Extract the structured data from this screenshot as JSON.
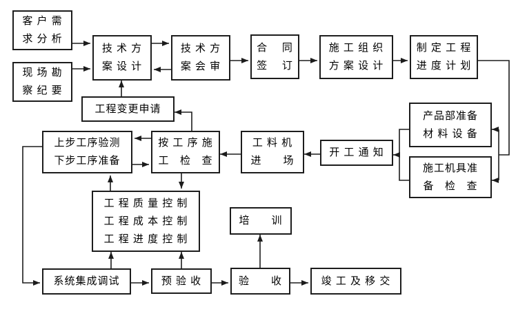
{
  "boxes": [
    {
      "id": "customer-needs",
      "lines": [
        "客 户 需",
        "求 分 析"
      ]
    },
    {
      "id": "site-survey",
      "lines": [
        "现 场 勘",
        "察 纪 要"
      ]
    },
    {
      "id": "tech-design",
      "lines": [
        "技 术 方",
        "案 设 计"
      ]
    },
    {
      "id": "tech-review",
      "lines": [
        "技 术 方",
        "案 会 审"
      ]
    },
    {
      "id": "contract-signing",
      "lines": [
        "合    同",
        "签    订"
      ]
    },
    {
      "id": "construction-org-design",
      "lines": [
        "施 工 组 织",
        "方 案 设 计"
      ]
    },
    {
      "id": "schedule-plan",
      "lines": [
        "制 定 工 程",
        "进 度 计 划"
      ]
    },
    {
      "id": "product-dept-prep",
      "lines": [
        "产品部准备",
        "材 料 设 备"
      ]
    },
    {
      "id": "machine-tool-prep",
      "lines": [
        "施工机具准",
        "备   检   查"
      ]
    },
    {
      "id": "start-notice",
      "lines": [
        "开 工 通 知"
      ]
    },
    {
      "id": "materials-entry",
      "lines": [
        "工 料 机",
        "进      场"
      ]
    },
    {
      "id": "process-check",
      "lines": [
        "按 工 序 施",
        "工   检   查"
      ]
    },
    {
      "id": "change-request",
      "lines": [
        "工程变更申请"
      ]
    },
    {
      "id": "step-verification",
      "lines": [
        "上步工序验测",
        "下步工序准备"
      ]
    },
    {
      "id": "quality-control",
      "lines": [
        "工 程 质 量 控 制",
        "工 程 成 本 控 制",
        "工 程 进 度 控 制"
      ]
    },
    {
      "id": "training",
      "lines": [
        "培      训"
      ]
    },
    {
      "id": "integration-test",
      "lines": [
        "系统集成调试"
      ]
    },
    {
      "id": "pre-acceptance",
      "lines": [
        "预 验 收"
      ]
    },
    {
      "id": "acceptance",
      "lines": [
        "验      收"
      ]
    },
    {
      "id": "handover",
      "lines": [
        "竣 工 及 移 交"
      ]
    }
  ],
  "edges": [
    {
      "from": "customer-needs",
      "to": "tech-design"
    },
    {
      "from": "site-survey",
      "to": "tech-design"
    },
    {
      "from": "tech-design",
      "to": "tech-review"
    },
    {
      "from": "tech-review",
      "to": "tech-design"
    },
    {
      "from": "tech-review",
      "to": "contract-signing"
    },
    {
      "from": "contract-signing",
      "to": "construction-org-design"
    },
    {
      "from": "construction-org-design",
      "to": "schedule-plan"
    },
    {
      "from": "schedule-plan",
      "to": "product-dept-prep"
    },
    {
      "from": "schedule-plan",
      "to": "machine-tool-prep"
    },
    {
      "from": "product-dept-prep",
      "to": "start-notice"
    },
    {
      "from": "machine-tool-prep",
      "to": "start-notice"
    },
    {
      "from": "start-notice",
      "to": "materials-entry"
    },
    {
      "from": "materials-entry",
      "to": "process-check"
    },
    {
      "from": "process-check",
      "to": "change-request"
    },
    {
      "from": "change-request",
      "to": "tech-design"
    },
    {
      "from": "process-check",
      "to": "step-verification"
    },
    {
      "from": "step-verification",
      "to": "process-check"
    },
    {
      "from": "process-check",
      "to": "quality-control"
    },
    {
      "from": "quality-control",
      "to": "step-verification"
    },
    {
      "from": "step-verification",
      "to": "integration-test"
    },
    {
      "from": "integration-test",
      "to": "quality-control"
    },
    {
      "from": "pre-acceptance",
      "to": "quality-control"
    },
    {
      "from": "integration-test",
      "to": "pre-acceptance"
    },
    {
      "from": "pre-acceptance",
      "to": "acceptance"
    },
    {
      "from": "acceptance",
      "to": "training"
    },
    {
      "from": "acceptance",
      "to": "handover"
    }
  ],
  "colors": {
    "line": "#1c1c1c",
    "box_border": "#1c1c1c",
    "background": "#ffffff",
    "text": "#000000"
  }
}
